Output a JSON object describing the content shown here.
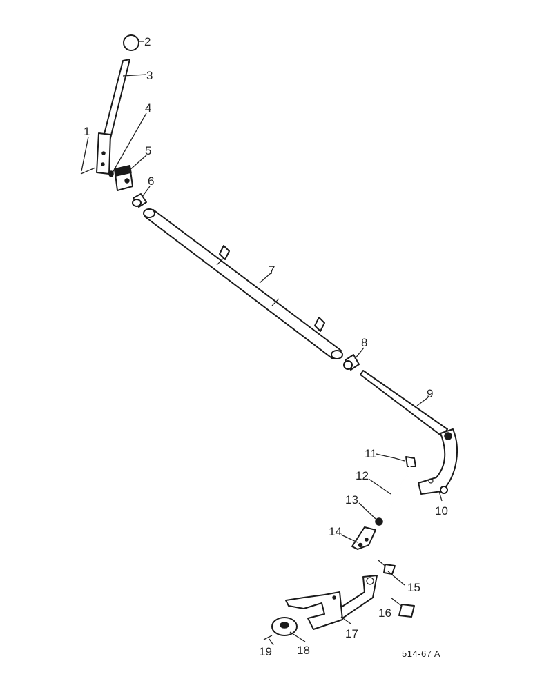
{
  "callouts": [
    "1",
    "2",
    "3",
    "4",
    "5",
    "6",
    "7",
    "8",
    "9",
    "10",
    "11",
    "12",
    "13",
    "14",
    "15",
    "16",
    "17",
    "18",
    "19"
  ],
  "drawing_code": "514-67 A"
}
